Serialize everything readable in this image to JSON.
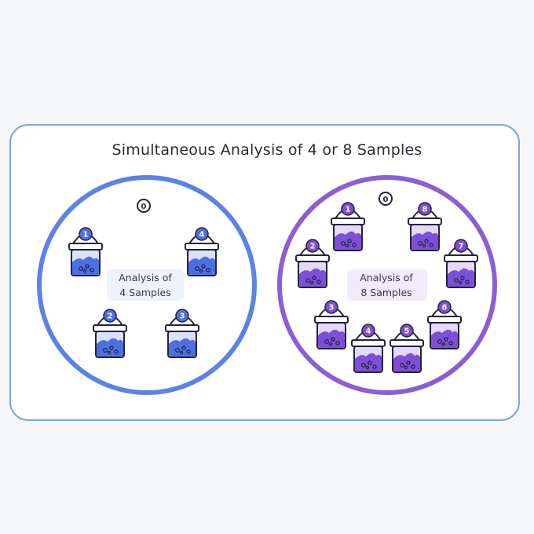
{
  "title": "Simultaneous Analysis of 4 or 8 Samples",
  "colors": {
    "card_border": "#7ea0e8",
    "left_ring": "#5b82e6",
    "right_ring": "#8a5fd6",
    "blue_fill": "#4e6fe0",
    "blue_light": "#d9e1fb",
    "purple_fill": "#7c4fd6",
    "purple_light": "#e4d9f8",
    "outline": "#23233a"
  },
  "left": {
    "label_line1": "Analysis of",
    "label_line2": "4 Samples",
    "zero": "0",
    "samples": [
      "1",
      "2",
      "3",
      "4"
    ]
  },
  "right": {
    "label_line1": "Analysis of",
    "label_line2": "8 Samples",
    "zero": "0",
    "samples": [
      "1",
      "2",
      "3",
      "4",
      "5",
      "6",
      "7",
      "8"
    ]
  }
}
